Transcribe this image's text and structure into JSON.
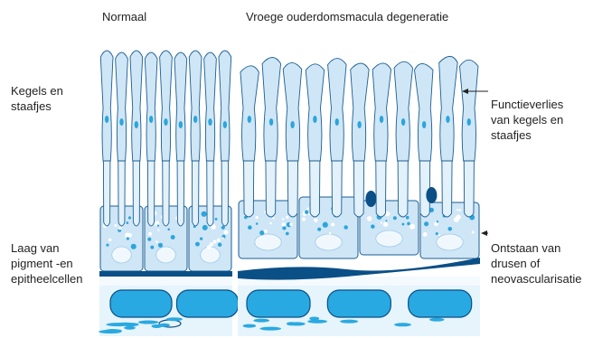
{
  "headers": {
    "normal": "Normaal",
    "amd": "Vroege ouderdomsmacula degeneratie"
  },
  "labels": {
    "rods_cones": "Kegels en\nstaafjes",
    "rpe": "Laag van\npigment -en\nepitheelcellen",
    "function_loss": "Functieverlies\nvan kegels en\nstaafjes",
    "drusen": "Ontstaan van\ndrusen of\nneovascularisatie"
  },
  "colors": {
    "cell_fill": "#cfe6f6",
    "cell_fill_light": "#e3f1fb",
    "outline": "#1b5e93",
    "nucleus": "#2aa6dc",
    "dark_blue": "#0a4f86",
    "vessel": "#29a9e1",
    "choroid_bg": "#e6f4fc"
  }
}
